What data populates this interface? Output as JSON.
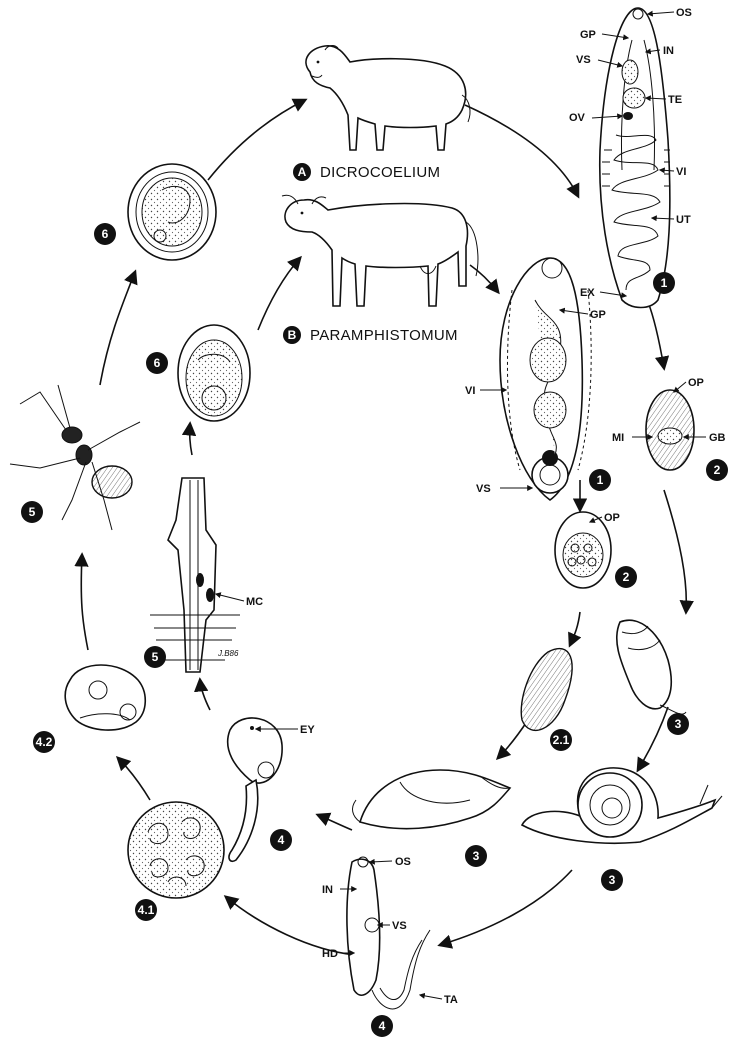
{
  "titles": {
    "a_letter": "A",
    "a_name": "DICROCOELIUM",
    "b_letter": "B",
    "b_name": "PARAMPHISTOMUM"
  },
  "labels": {
    "os": "OS",
    "gp": "GP",
    "vs": "VS",
    "in": "IN",
    "te": "TE",
    "ov": "OV",
    "vi": "VI",
    "ut": "UT",
    "ex": "EX",
    "op": "OP",
    "mi": "MI",
    "gb": "GB",
    "mc": "MC",
    "ey": "EY",
    "hd": "HD",
    "ta": "TA"
  },
  "stages": {
    "s1": "1",
    "s2": "2",
    "s21": "2.1",
    "s3": "3",
    "s4": "4",
    "s41": "4.1",
    "s42": "4.2",
    "s5": "5",
    "s6": "6"
  },
  "signature": "J.B86"
}
